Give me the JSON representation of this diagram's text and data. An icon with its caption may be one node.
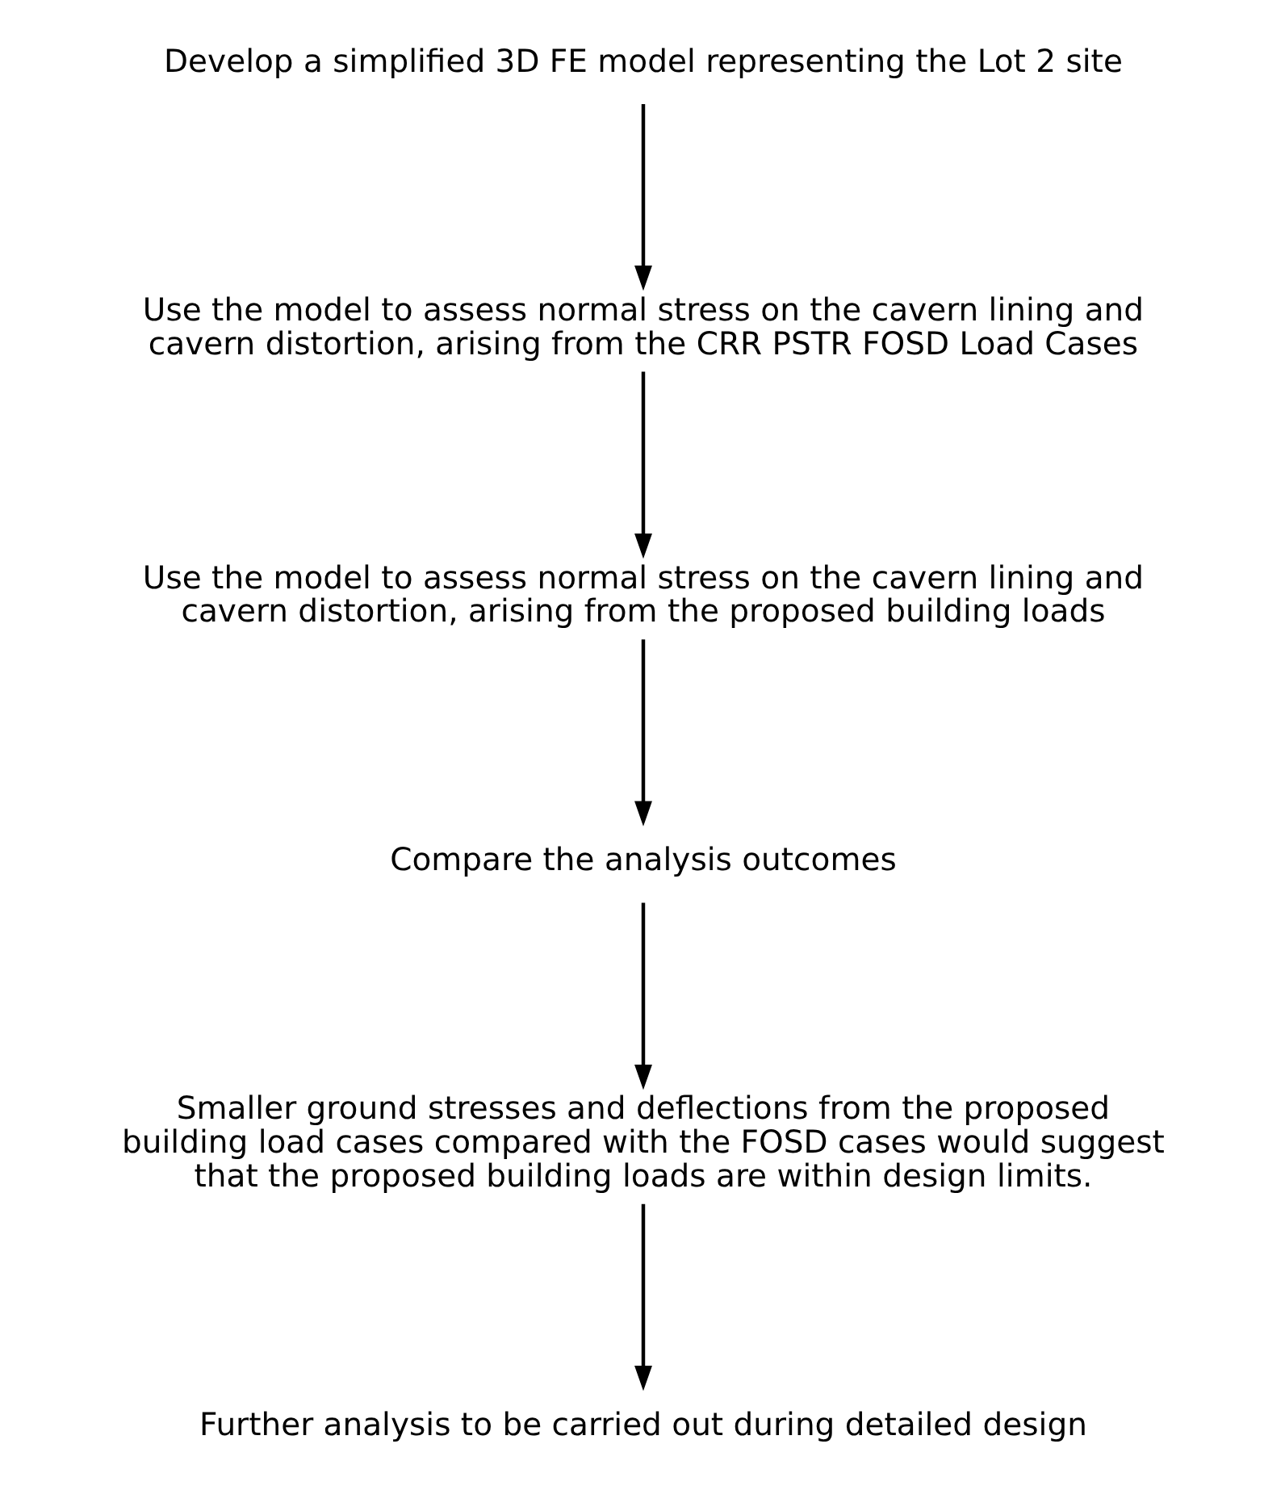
{
  "diagram": {
    "nodes": [
      {
        "text": [
          "Develop a simplified 3D FE model representing the Lot 2 site"
        ]
      },
      {
        "text": [
          "Use the model to assess normal stress on the cavern lining and cavern distortion, arising from the CRR PSTR FOSD Load Cases"
        ]
      },
      {
        "text": [
          "Use the model to assess normal stress on the cavern lining and cavern distortion, arising from the proposed building loads"
        ]
      },
      {
        "text": [
          "Compare the analysis outcomes"
        ]
      },
      {
        "text": [
          "Smaller ground stresses and deflections from the proposed building load cases compared with the FOSD cases would suggest that the proposed building loads are within design limits."
        ]
      },
      {
        "text": [
          "Further analysis to be carried out during detailed design"
        ]
      }
    ],
    "edges": [
      {
        "from": 0,
        "to": 1,
        "arrow": "to"
      },
      {
        "from": 1,
        "to": 2,
        "arrow": "to"
      },
      {
        "from": 2,
        "to": 3,
        "arrow": "to"
      },
      {
        "from": 3,
        "to": 4,
        "arrow": "to"
      },
      {
        "from": 4,
        "to": 5,
        "arrow": "to"
      }
    ]
  }
}
